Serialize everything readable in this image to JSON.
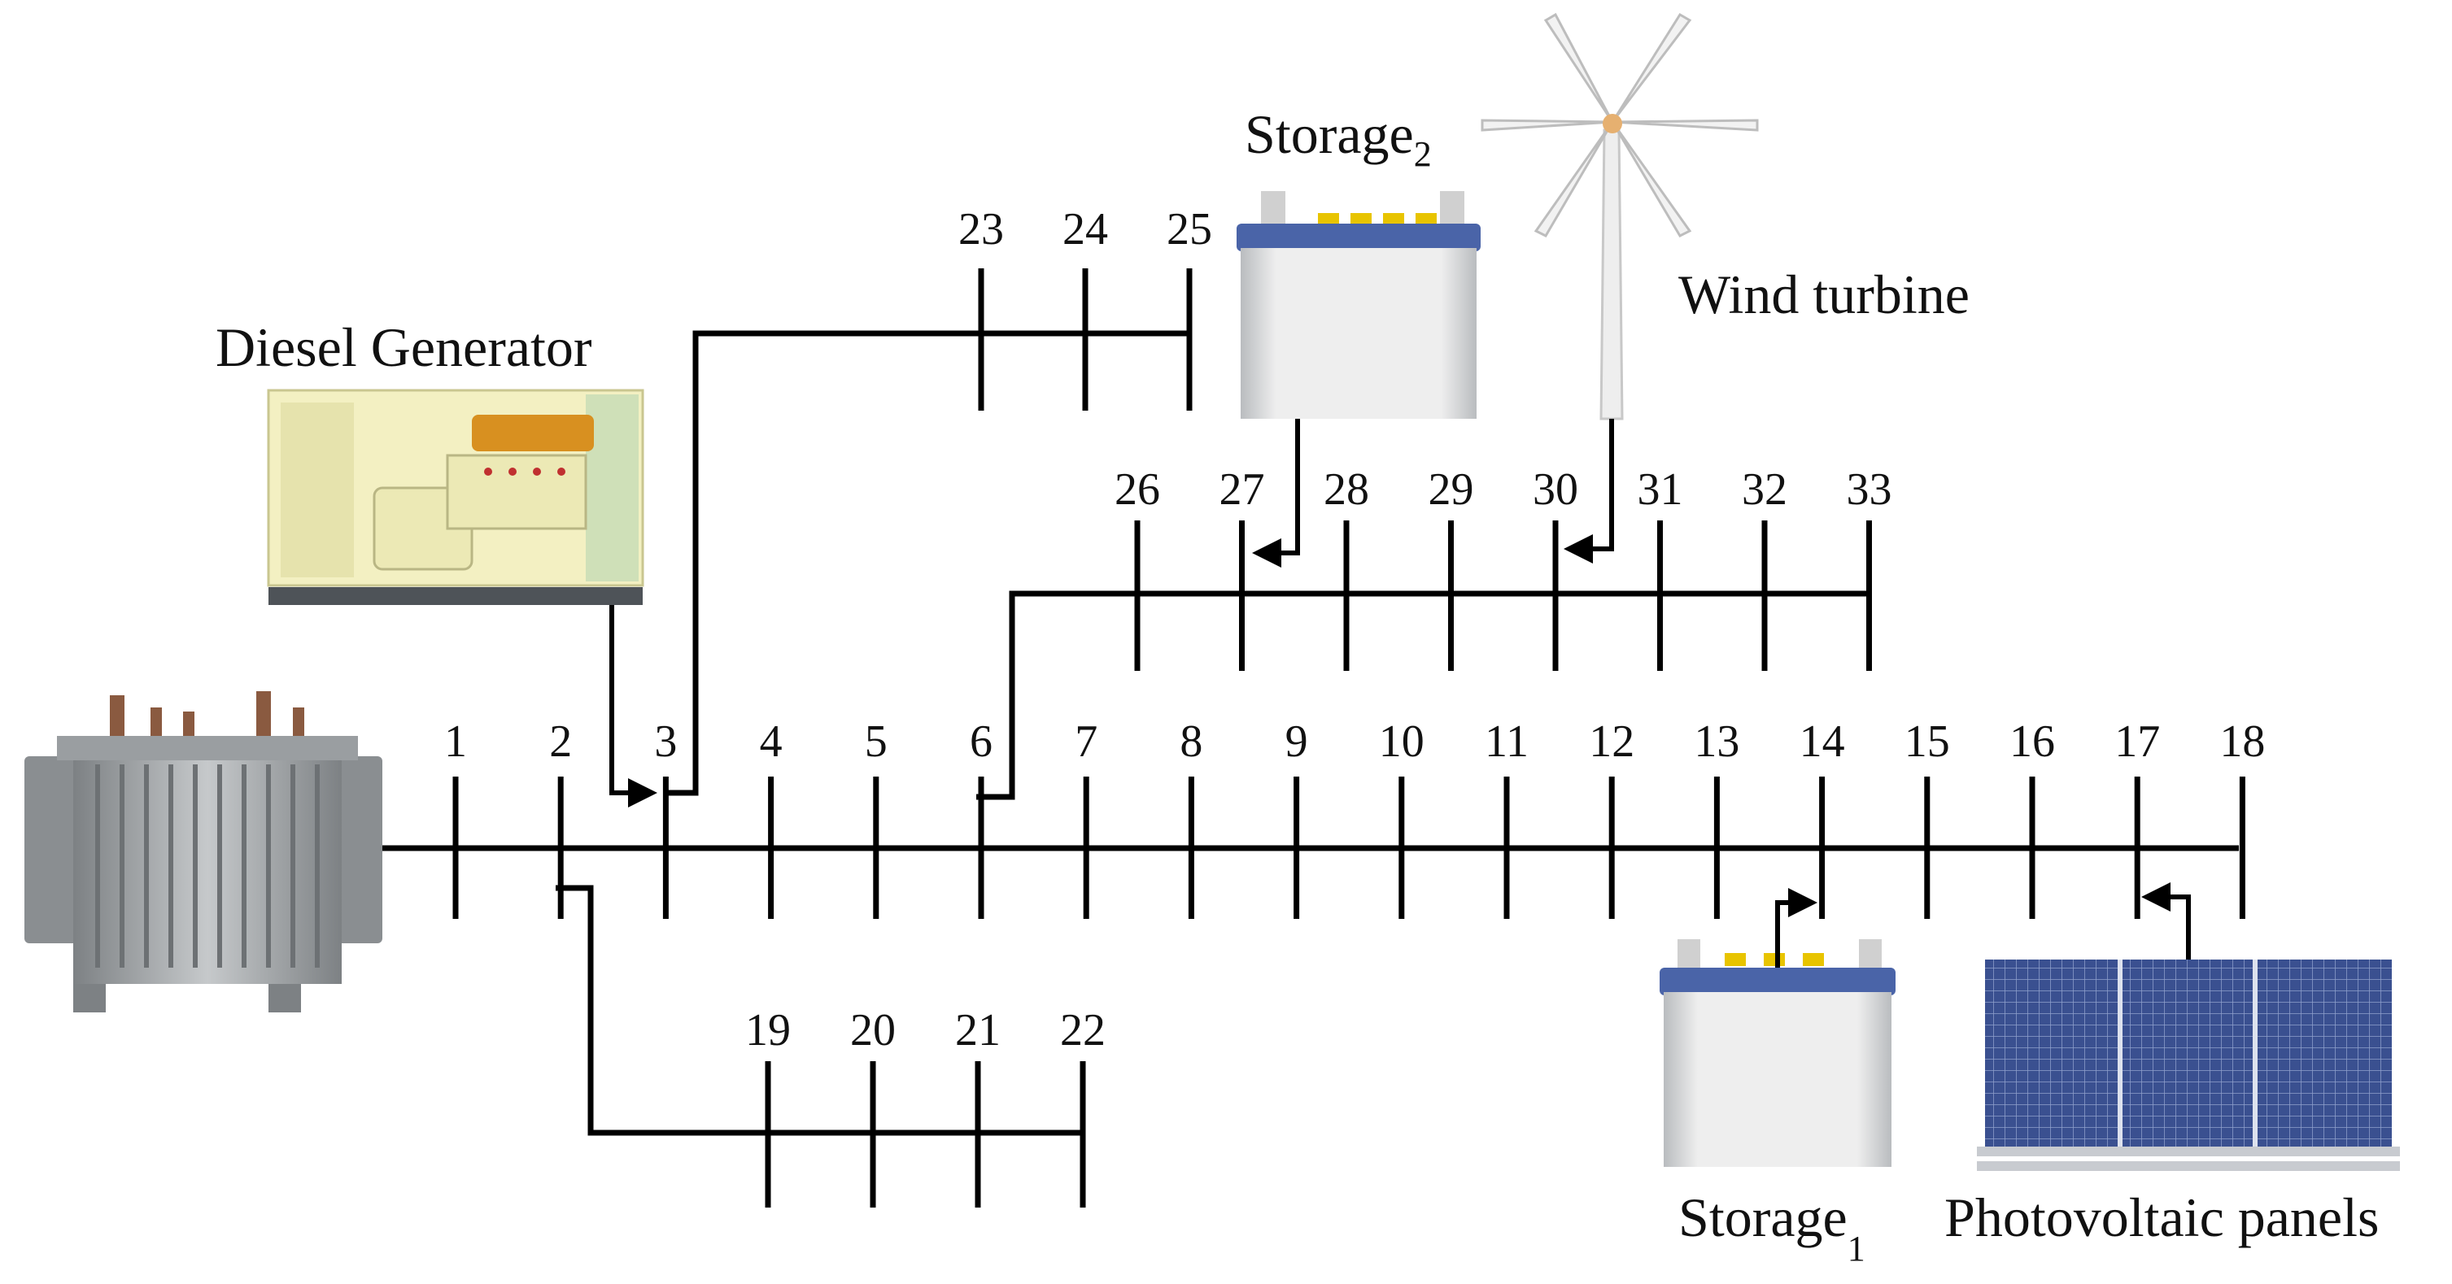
{
  "main_feeder": {
    "buses": [
      "1",
      "2",
      "3",
      "4",
      "5",
      "6",
      "7",
      "8",
      "9",
      "10",
      "11",
      "12",
      "13",
      "14",
      "15",
      "16",
      "17",
      "18"
    ]
  },
  "branch_lower": {
    "buses": [
      "19",
      "20",
      "21",
      "22"
    ]
  },
  "branch_upper_left": {
    "buses": [
      "23",
      "24",
      "25"
    ]
  },
  "branch_upper_right": {
    "buses": [
      "26",
      "27",
      "28",
      "29",
      "30",
      "31",
      "32",
      "33"
    ]
  },
  "components": {
    "diesel": {
      "label": "Diesel Generator",
      "icon": "diesel-generator-icon"
    },
    "storage2": {
      "label": "Storage",
      "subscript": "2",
      "icon": "battery-icon"
    },
    "wind": {
      "label": "Wind turbine",
      "icon": "wind-turbine-icon"
    },
    "storage1": {
      "label": "Storage",
      "subscript": "1",
      "icon": "battery-icon"
    },
    "pv": {
      "label": "Photovoltaic panels",
      "icon": "solar-panel-icon"
    },
    "transformer": {
      "icon": "transformer-icon"
    }
  },
  "colors": {
    "line": "#000000",
    "battery_body": "#e6e6e6",
    "battery_cap": "#4a64a8",
    "battery_terminal": "#e8c400",
    "diesel_body": "#f3f0c2",
    "diesel_engine": "#d89020",
    "pv_panel": "#3a5090",
    "transformer": "#a7aaac"
  }
}
